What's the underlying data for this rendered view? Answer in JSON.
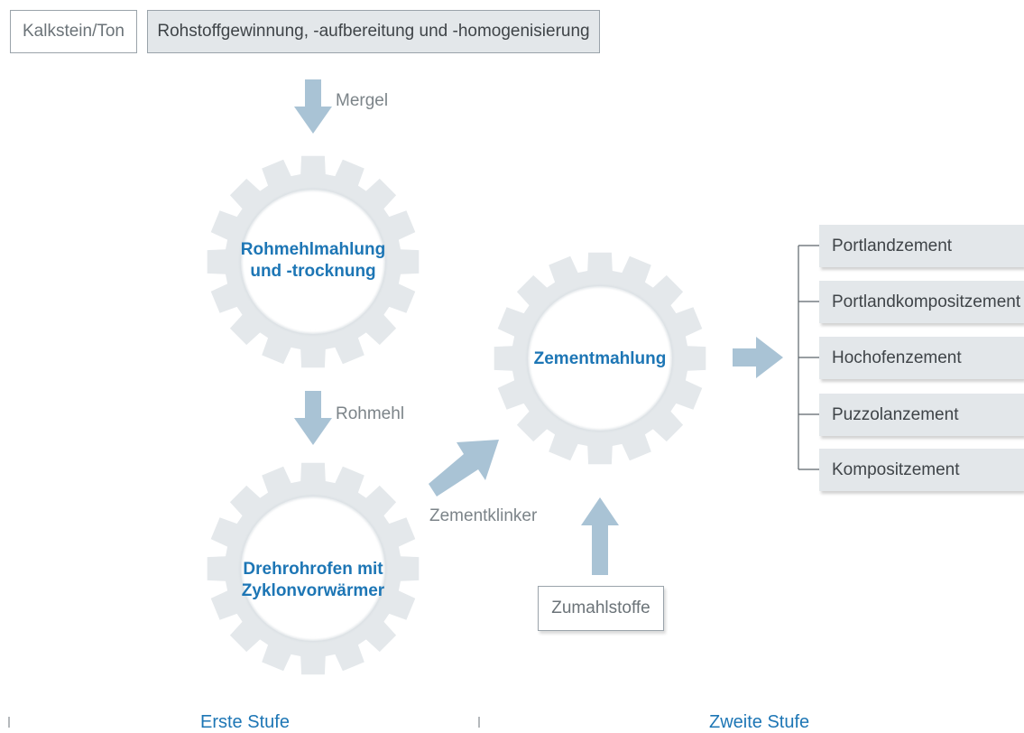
{
  "colors": {
    "gear_fill": "#e4e8eb",
    "arrow_fill": "#a9c3d5",
    "box_fill": "#e3e7ea",
    "accent_blue": "#1d76b5",
    "label_gray": "#7c8489"
  },
  "top": {
    "input_label": "Kalkstein/Ton",
    "process_label": "Rohstoffgewinnung, -aufbereitung und -homogenisierung"
  },
  "arrows": {
    "mergel": "Mergel",
    "rohmehl": "Rohmehl",
    "zementklinker": "Zementklinker"
  },
  "gears": {
    "rohmehl": {
      "line1": "Rohmehlmahlung",
      "line2": "und -trocknung"
    },
    "ofen": {
      "line1": "Drehrohrofen mit",
      "line2": "Zyklonvorwärmer"
    },
    "zement": {
      "line1": "Zementmahlung"
    }
  },
  "additives": "Zumahlstoffe",
  "products": [
    "Portlandzement",
    "Portlandkompositzement",
    "Hochofenzement",
    "Puzzolanzement",
    "Kompositzement"
  ],
  "stages": {
    "first": "Erste Stufe",
    "second": "Zweite Stufe"
  }
}
